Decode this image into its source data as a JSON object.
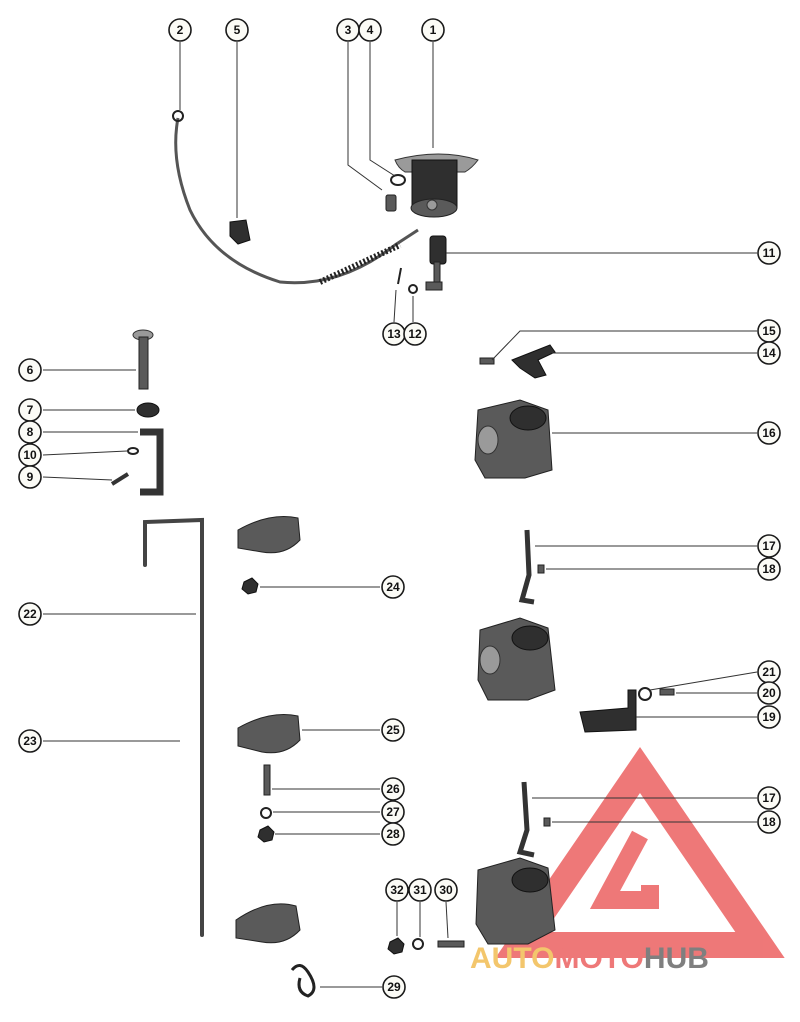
{
  "callouts": [
    {
      "label": "1"
    },
    {
      "label": "2"
    },
    {
      "label": "3"
    },
    {
      "label": "4"
    },
    {
      "label": "5"
    },
    {
      "label": "11"
    },
    {
      "label": "13"
    },
    {
      "label": "12"
    },
    {
      "label": "15"
    },
    {
      "label": "14"
    },
    {
      "label": "6"
    },
    {
      "label": "7"
    },
    {
      "label": "8"
    },
    {
      "label": "10"
    },
    {
      "label": "9"
    },
    {
      "label": "16"
    },
    {
      "label": "17"
    },
    {
      "label": "18"
    },
    {
      "label": "22"
    },
    {
      "label": "24"
    },
    {
      "label": "21"
    },
    {
      "label": "20"
    },
    {
      "label": "19"
    },
    {
      "label": "23"
    },
    {
      "label": "25"
    },
    {
      "label": "26"
    },
    {
      "label": "27"
    },
    {
      "label": "28"
    },
    {
      "label": "17"
    },
    {
      "label": "18"
    },
    {
      "label": "32"
    },
    {
      "label": "31"
    },
    {
      "label": "30"
    },
    {
      "label": "29"
    }
  ],
  "watermark": {
    "word1": "AUTO",
    "word2": "MOTO",
    "word3": "HUB",
    "color_primary": "#e94b4b",
    "color_secondary": "#f0b43c",
    "color_dark": "#555555"
  },
  "colors": {
    "part": "#5a5a5a",
    "outline": "#1a1a1a"
  }
}
